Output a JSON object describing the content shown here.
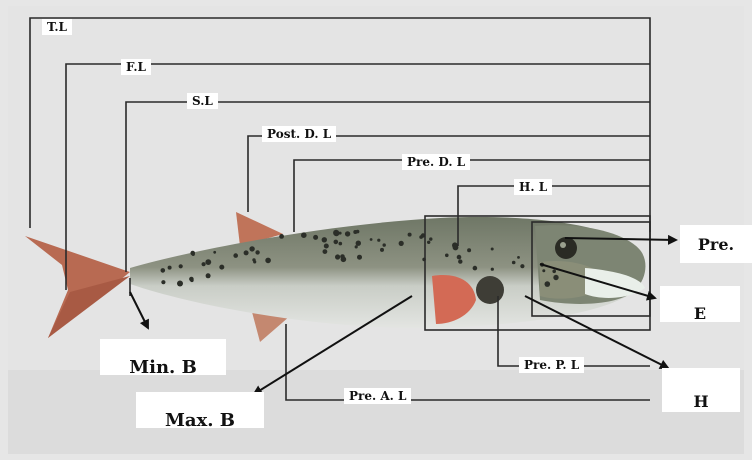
{
  "labels": {
    "tl": "T.L",
    "fl": "F.L",
    "sl": "S.L",
    "post_dl": "Post. D. L",
    "pre_dl": "Pre. D. L",
    "hl": "H. L",
    "pre": "Pre.",
    "e": "E",
    "h": "H",
    "pre_pl": "Pre. P. L",
    "pre_al": "Pre. A. L",
    "min_b": "Min. B",
    "max_b": "Max. B"
  },
  "colors": {
    "background": "#e6e6e6",
    "line": "#2a2a2a",
    "fish_back": "#7e8572",
    "fish_belly": "#d7dbd6",
    "fin": "#c0745a",
    "spot": "#2b2e28"
  }
}
